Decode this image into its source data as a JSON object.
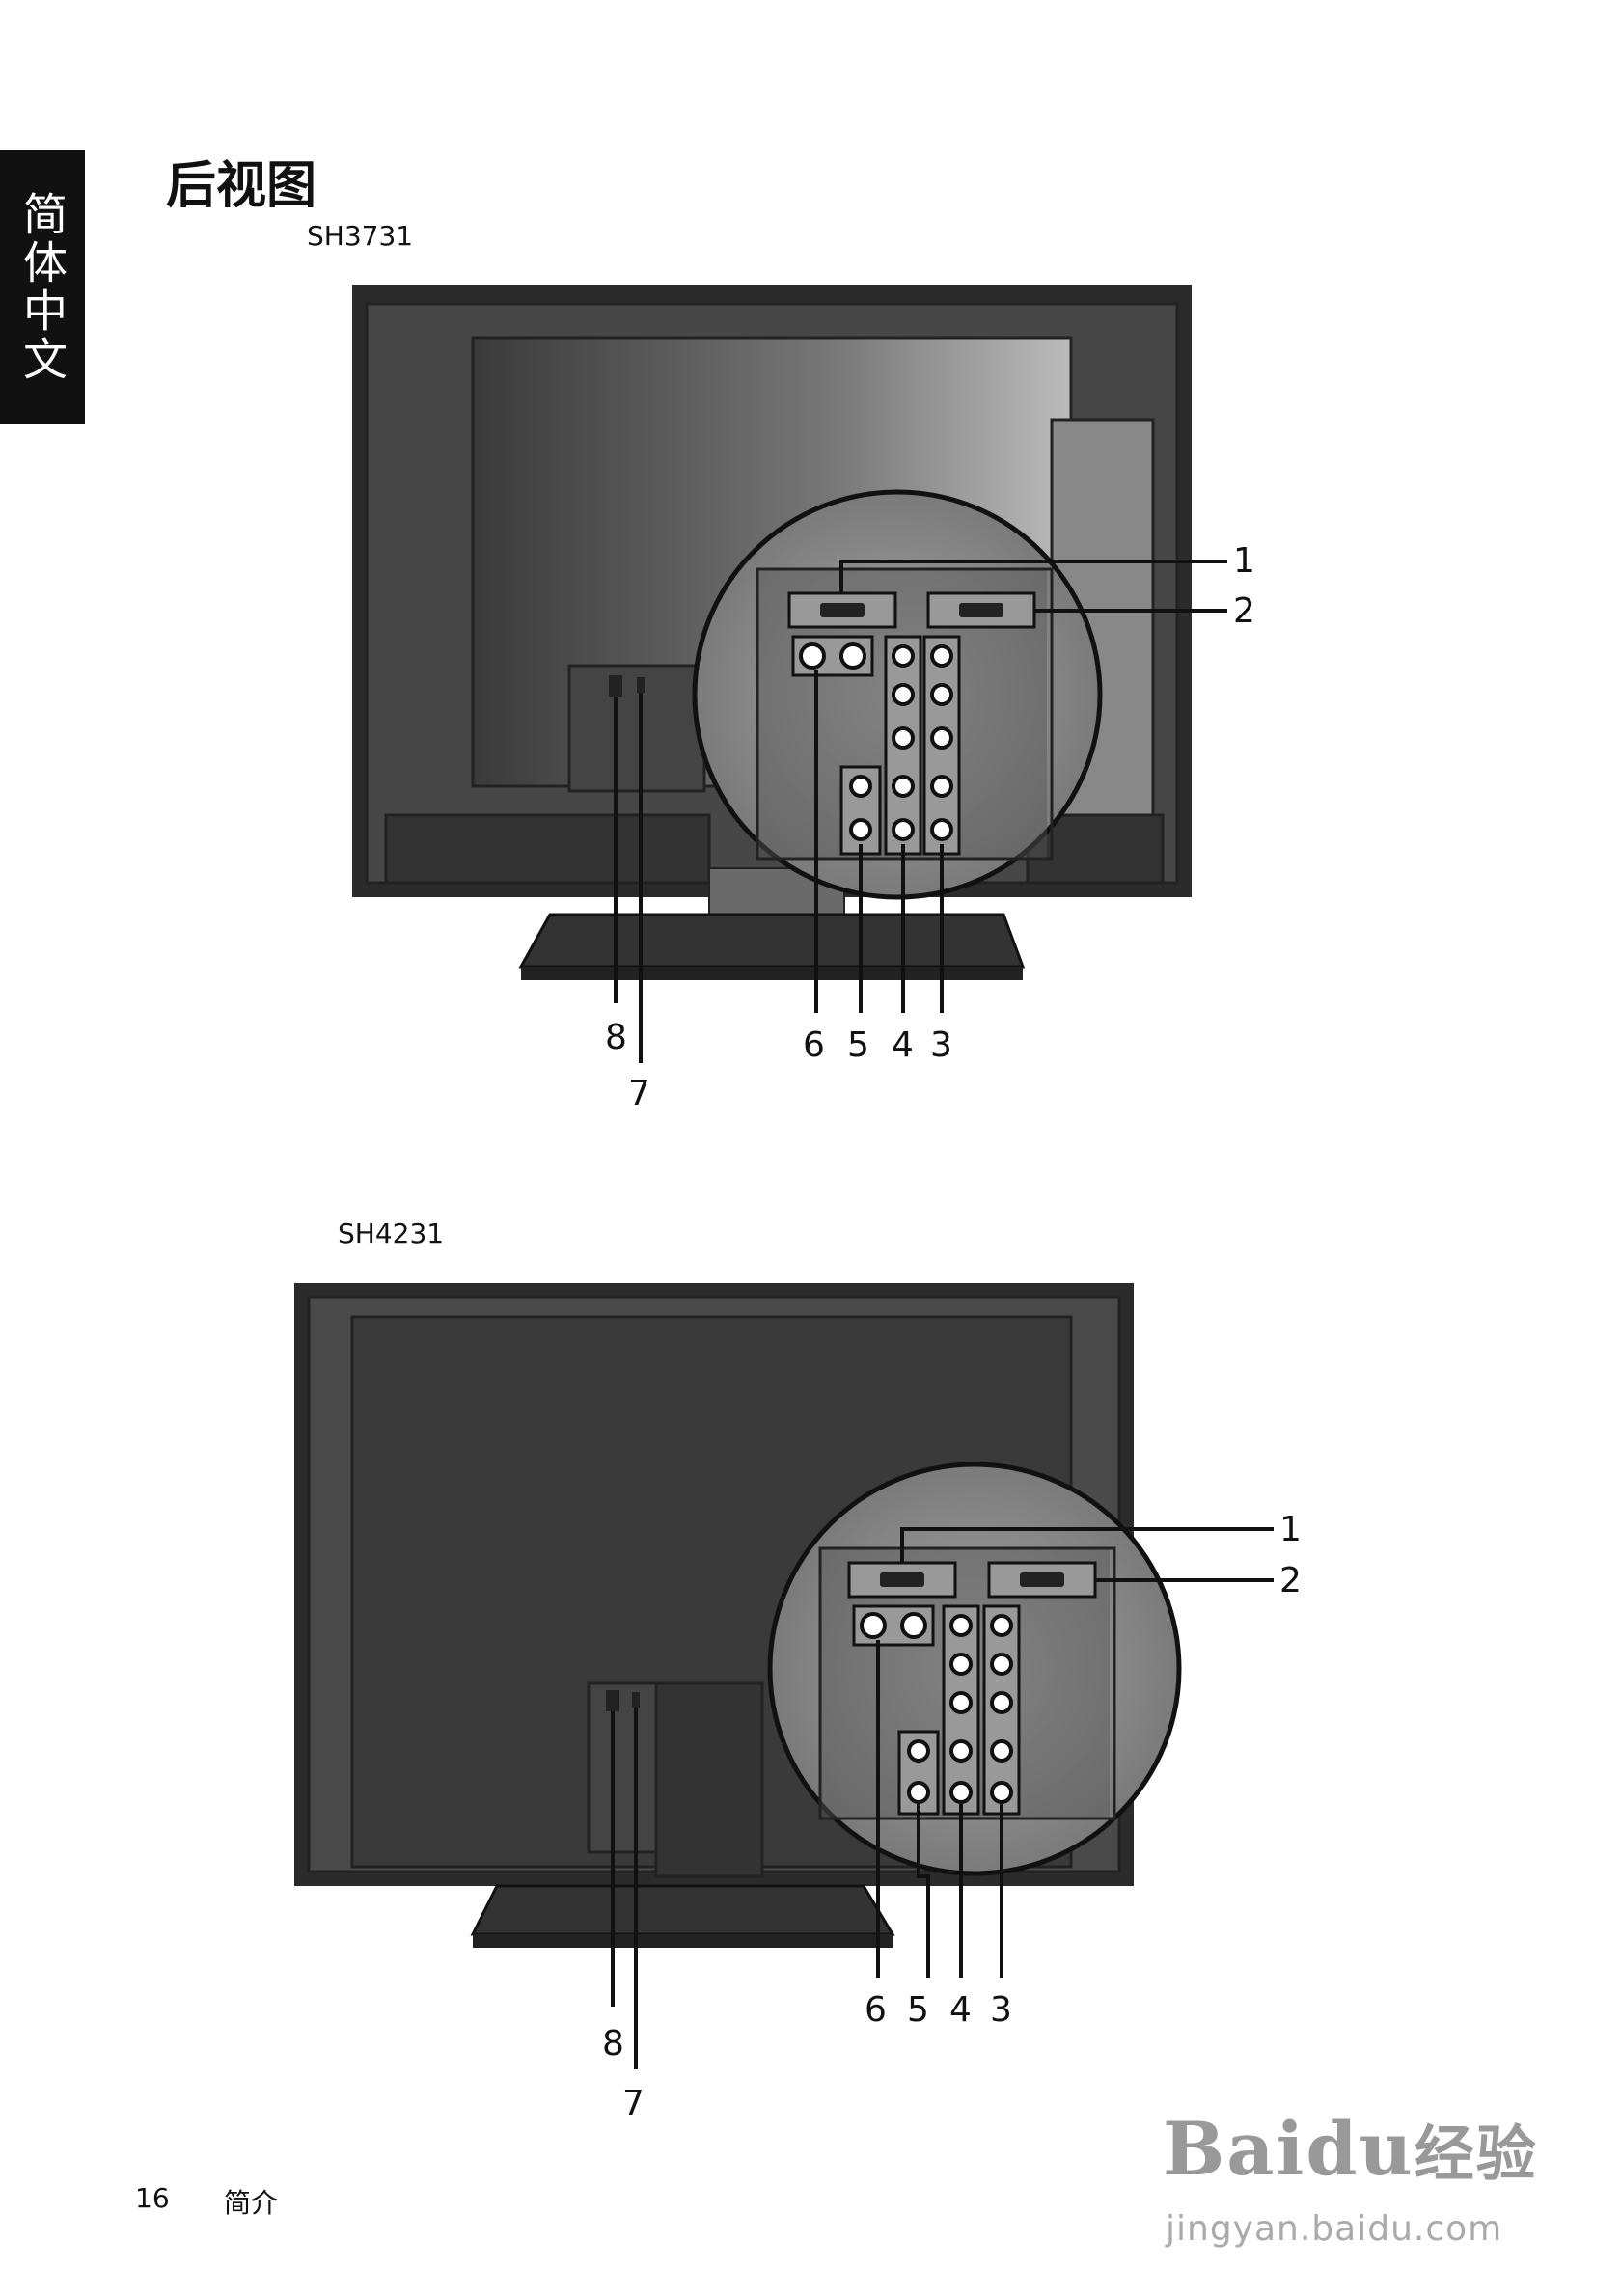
{
  "side_tab": "简体中文",
  "title": "后视图",
  "figures": [
    {
      "model": "SH3731",
      "callouts": [
        "1",
        "2",
        "3",
        "4",
        "5",
        "6",
        "7",
        "8"
      ]
    },
    {
      "model": "SH4231",
      "callouts": [
        "1",
        "2",
        "3",
        "4",
        "5",
        "6",
        "7",
        "8"
      ]
    }
  ],
  "footer": {
    "page_number": "16",
    "section": "简介"
  },
  "watermark": {
    "brand_latin": "Bai",
    "brand_paw": "du",
    "brand_cn": "经验",
    "url": "jingyan.baidu.com"
  }
}
